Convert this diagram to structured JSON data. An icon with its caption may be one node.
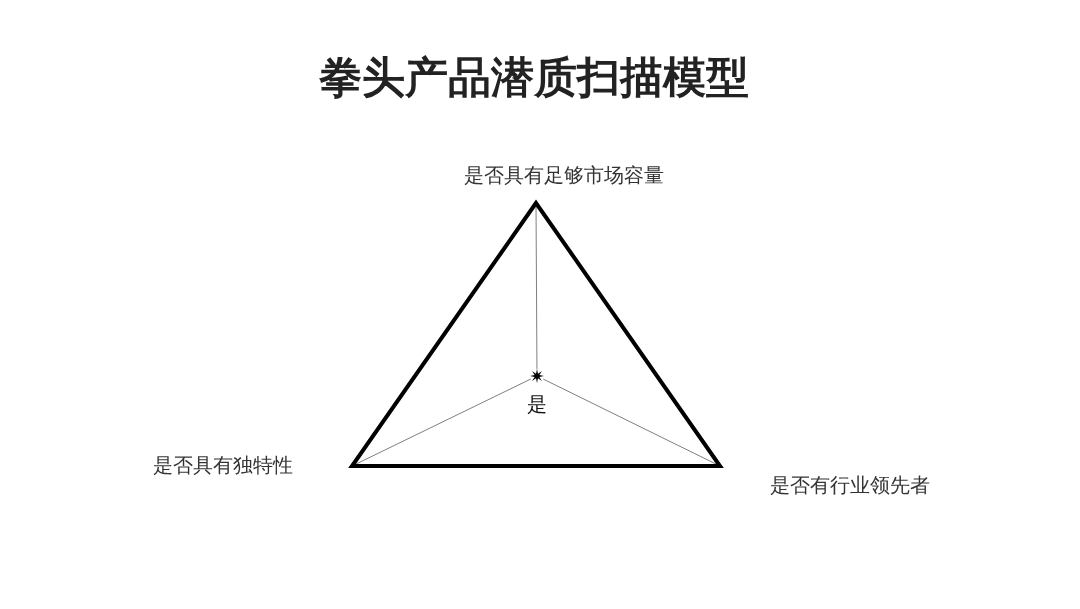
{
  "diagram": {
    "title": "拳头产品潜质扫描模型",
    "nodes": [
      {
        "text": [],
        "shape": "triangle",
        "beside": [
          "是否具有足够市场容量",
          "是否具有独特性",
          "是否有行业领先者"
        ]
      },
      {
        "text": [],
        "shape": "star",
        "beside": [
          "是"
        ],
        "in": 0
      }
    ],
    "edges": [
      {
        "from": 1,
        "to": 0,
        "arrow": "none"
      },
      {
        "from": 1,
        "to": 0,
        "arrow": "none"
      },
      {
        "from": 1,
        "to": 0,
        "arrow": "none"
      }
    ]
  }
}
